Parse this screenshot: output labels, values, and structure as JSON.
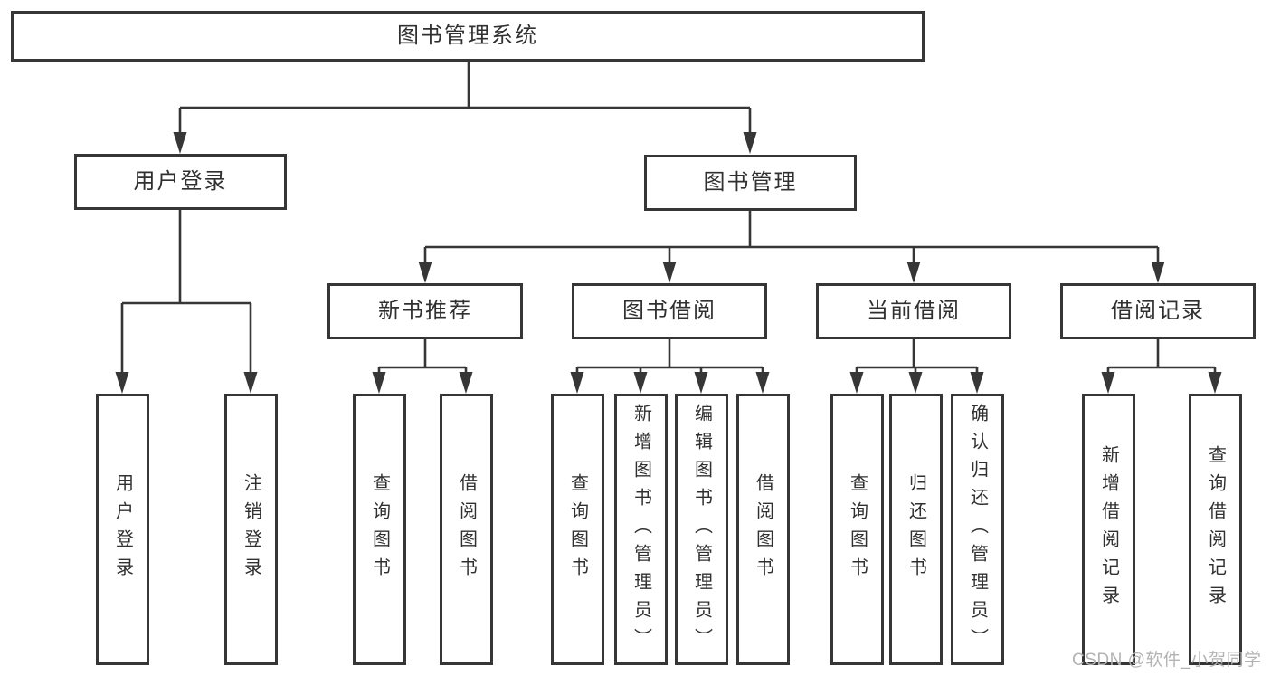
{
  "diagram_type": "hierarchy-diagram",
  "colors": {
    "line": "#363636",
    "box_border": "#363636",
    "text": "#303030",
    "background": "#ffffff",
    "watermark": "#b3b3b3"
  },
  "tree": {
    "root": {
      "label": "图书管理系统",
      "children": [
        {
          "label": "用户登录",
          "children": [
            {
              "label": "用户登录"
            },
            {
              "label": "注销登录"
            }
          ]
        },
        {
          "label": "图书管理",
          "children": [
            {
              "label": "新书推荐",
              "children": [
                {
                  "label": "查询图书"
                },
                {
                  "label": "借阅图书"
                }
              ]
            },
            {
              "label": "图书借阅",
              "children": [
                {
                  "label": "查询图书"
                },
                {
                  "label": "新增图书（管理员）"
                },
                {
                  "label": "编辑图书（管理员）"
                },
                {
                  "label": "借阅图书"
                }
              ]
            },
            {
              "label": "当前借阅",
              "children": [
                {
                  "label": "查询图书"
                },
                {
                  "label": "归还图书"
                },
                {
                  "label": "确认归还（管理员）"
                }
              ]
            },
            {
              "label": "借阅记录",
              "children": [
                {
                  "label": "新增借阅记录"
                },
                {
                  "label": "查询借阅记录"
                }
              ]
            }
          ]
        }
      ]
    }
  },
  "watermark": {
    "text": "CSDN @软件_小贺同学"
  }
}
